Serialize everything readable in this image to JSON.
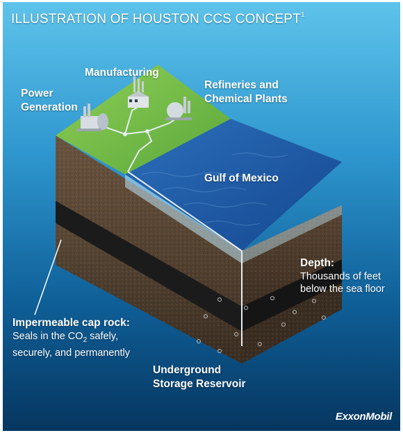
{
  "title": "ILLUSTRATION OF HOUSTON CCS CONCEPT",
  "title_footnote": "1",
  "labels": {
    "manufacturing": "Manufacturing",
    "power_line1": "Power",
    "power_line2": "Generation",
    "refineries_line1": "Refineries and",
    "refineries_line2": "Chemical Plants",
    "gulf": "Gulf of Mexico",
    "depth_heading": "Depth:",
    "depth_line1": "Thousands of feet",
    "depth_line2": "below the sea floor",
    "caprock_heading": "Impermeable cap rock:",
    "caprock_line1_pre": "Seals in the CO",
    "caprock_line1_sub": "2",
    "caprock_line1_post": " safely,",
    "caprock_line2": "securely, and permanently",
    "reservoir_line1": "Underground",
    "reservoir_line2": "Storage Reservoir"
  },
  "logo": "ExxonMobil",
  "icons": {
    "factory": "factory-icon",
    "pipeline": "pipeline-icon",
    "injection_well": "injection-well-icon",
    "co2_bubble": "co2-bubble-icon"
  },
  "colors": {
    "land": "#6db344",
    "sea": "#1f5fae",
    "sky_top": "#5ec3ea",
    "soil": "#5a4533",
    "caprock": "#1b1b1b"
  }
}
